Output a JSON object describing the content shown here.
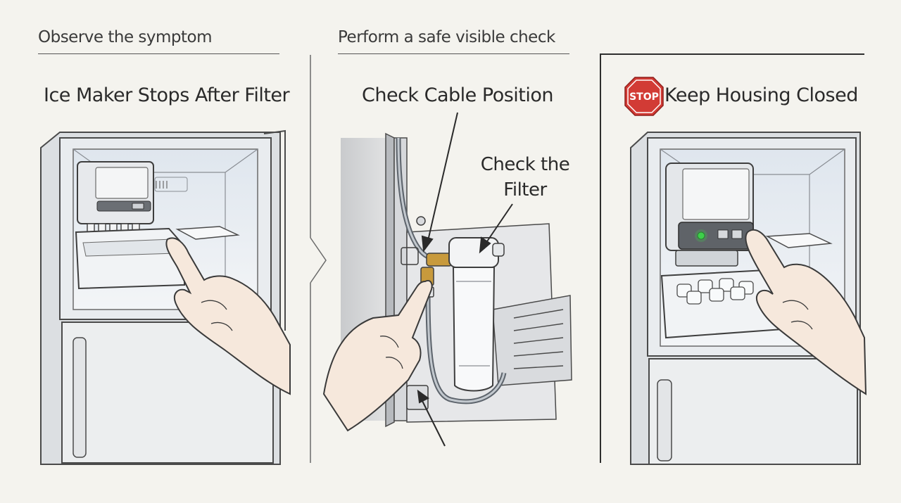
{
  "panels": [
    {
      "step_label": "Observe the symptom",
      "title": "Ice Maker Stops After Filter"
    },
    {
      "step_label": "Perform a safe visible check",
      "title": "Check Cable Position",
      "callout": "Check the Filter"
    },
    {
      "badge": "STOP",
      "title": "Keep Housing Closed"
    }
  ],
  "colors": {
    "background": "#f4f3ee",
    "stop_red": "#d23b35",
    "indicator_green": "#3ecf4a",
    "fitting_brass": "#c89a3c"
  }
}
